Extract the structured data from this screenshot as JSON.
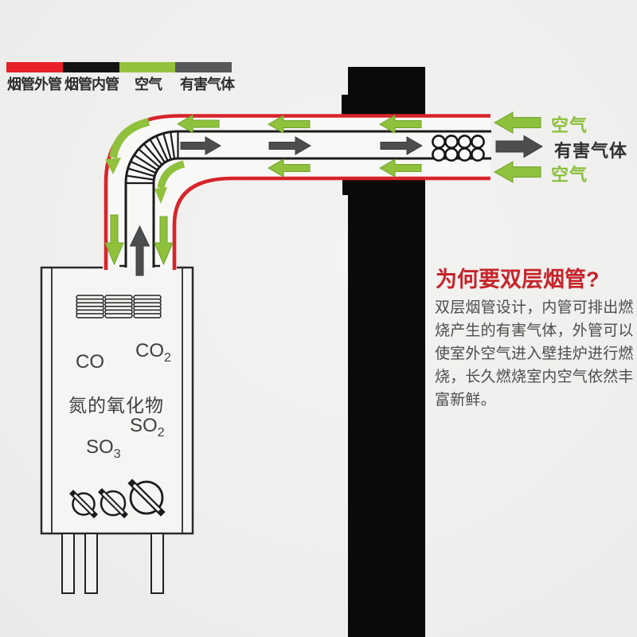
{
  "legend": {
    "items": [
      {
        "label": "烟管外管",
        "color": "#e8212a"
      },
      {
        "label": "烟管内管",
        "color": "#141414"
      },
      {
        "label": "空气",
        "color": "#95c23d"
      },
      {
        "label": "有害气体",
        "color": "#57585a"
      }
    ]
  },
  "flow_labels": {
    "air_top": "空气",
    "harmful_gas": "有害气体",
    "air_bottom": "空气"
  },
  "info": {
    "heading": "为何要双层烟管?",
    "body": "双层烟管设计，内管可排出燃烧产生的有害气体，外管可以使室外空气进入壁挂炉进行燃烧，长久燃烧室内空气依然丰富新鲜。"
  },
  "boiler": {
    "chemicals": [
      {
        "formula": "CO",
        "sub": ""
      },
      {
        "formula": "CO",
        "sub": "2"
      },
      {
        "formula": "氮的氧化物",
        "sub": ""
      },
      {
        "formula": "SO",
        "sub": "2"
      },
      {
        "formula": "SO",
        "sub": "3"
      }
    ]
  },
  "colors": {
    "outer_pipe_red": "#d7242b",
    "inner_pipe_black": "#1c1c1c",
    "air_green": "#8fc13c",
    "harmful_gray": "#4b4d4f",
    "wall_black": "#0a0a0a",
    "background": "#efefed"
  }
}
